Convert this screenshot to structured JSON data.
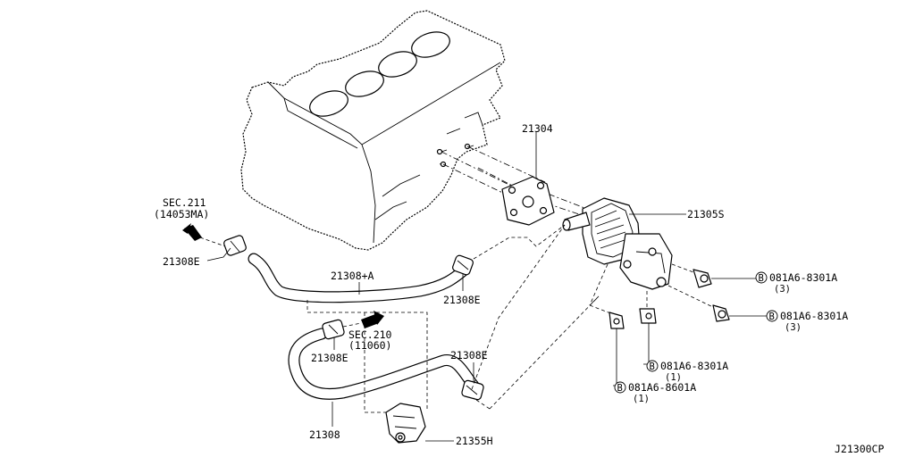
{
  "diagram_id": "J21300CP",
  "labels": {
    "p21304": "21304",
    "p21305s": "21305S",
    "sec211": "SEC.211",
    "sec211_ref": "(14053MA)",
    "clamp_left": "21308E",
    "hose_upper": "21308+A",
    "clamp_mid": "21308E",
    "sec210": "SEC.210",
    "sec210_ref": "(11060)",
    "clamp_lower": "21308E",
    "clamp_right": "21308E",
    "hose_lower": "21308",
    "bracket": "21355H",
    "bolt1_marker": "B",
    "bolt1_part": "081A6-8301A",
    "bolt1_qty": "(3)",
    "bolt2_marker": "B",
    "bolt2_part": "081A6-8301A",
    "bolt2_qty": "(3)",
    "bolt3_marker": "B",
    "bolt3_part": "081A6-8301A",
    "bolt3_qty": "(1)",
    "bolt4_marker": "B",
    "bolt4_part": "081A6-8601A",
    "bolt4_qty": "(1)"
  }
}
